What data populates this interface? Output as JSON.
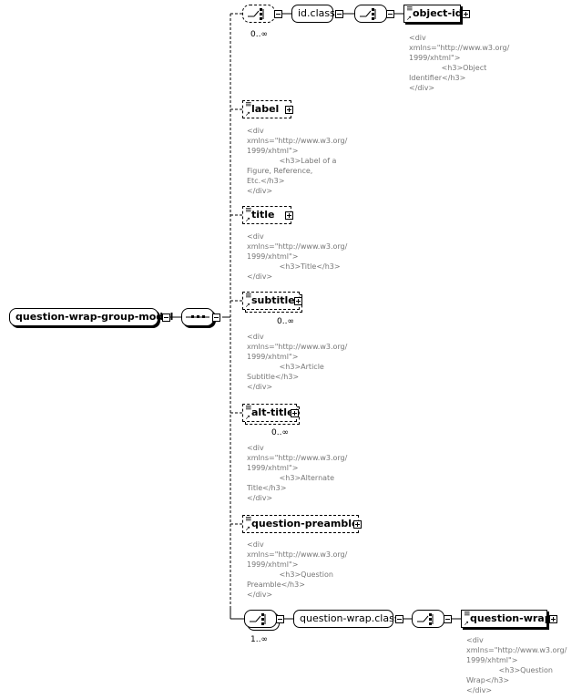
{
  "root": {
    "label": "question-wrap-group-model"
  },
  "branches": {
    "object_id": {
      "choice_cardinality": "0..∞",
      "group_label": "id.class",
      "element_label": "object-id",
      "doc": "<div\nxmlns=\"http://www.w3.org/\n1999/xhtml\">\n              <h3>Object\nIdentifier</h3>\n</div>"
    },
    "label": {
      "element_label": "label",
      "doc": "<div\nxmlns=\"http://www.w3.org/\n1999/xhtml\">\n              <h3>Label of a\nFigure, Reference,\nEtc.</h3>\n</div>"
    },
    "title": {
      "element_label": "title",
      "doc": "<div\nxmlns=\"http://www.w3.org/\n1999/xhtml\">\n              <h3>Title</h3>\n</div>"
    },
    "subtitle": {
      "element_label": "subtitle",
      "cardinality": "0..∞",
      "doc": "<div\nxmlns=\"http://www.w3.org/\n1999/xhtml\">\n              <h3>Article\nSubtitle</h3>\n</div>"
    },
    "alt_title": {
      "element_label": "alt-title",
      "cardinality": "0..∞",
      "doc": "<div\nxmlns=\"http://www.w3.org/\n1999/xhtml\">\n              <h3>Alternate\nTitle</h3>\n</div>"
    },
    "question_preamble": {
      "element_label": "question-preamble",
      "doc": "<div\nxmlns=\"http://www.w3.org/\n1999/xhtml\">\n              <h3>Question\nPreamble</h3>\n</div>"
    },
    "question_wrap": {
      "choice_cardinality": "1..∞",
      "group_label": "question-wrap.class",
      "element_label": "question-wrap",
      "doc": "<div\nxmlns=\"http://www.w3.org/\n1999/xhtml\">\n              <h3>Question\nWrap</h3>\n</div>"
    }
  }
}
